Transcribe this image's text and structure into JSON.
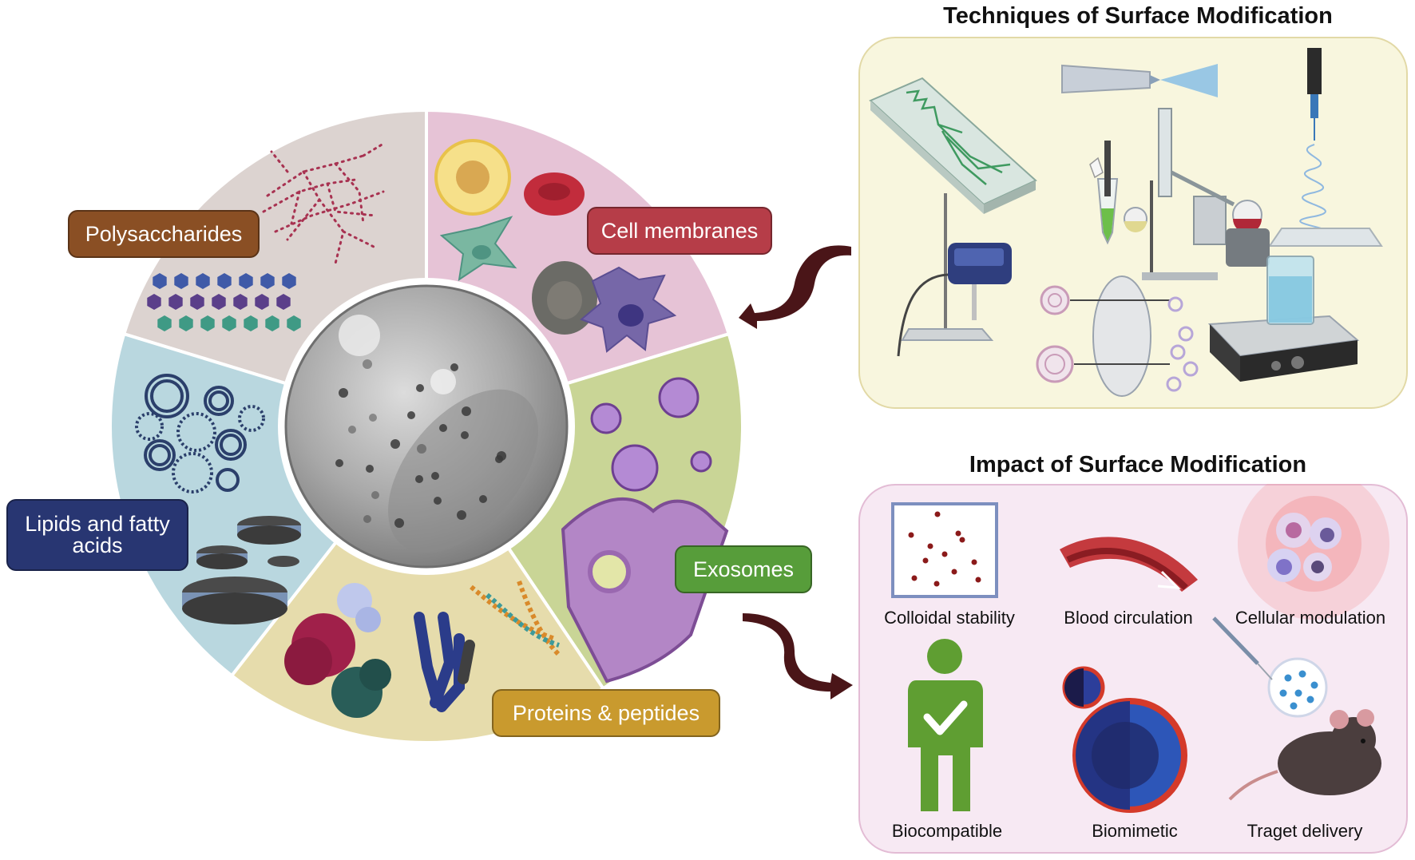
{
  "wheel": {
    "segments": [
      {
        "label": "Polysaccharides",
        "fill": "#dcd3d0",
        "label_color": "#8a4f24"
      },
      {
        "label": "Cell membranes",
        "fill": "#e6c3d6",
        "label_color": "#b63d48"
      },
      {
        "label": "Exosomes",
        "fill": "#c9d596",
        "label_color": "#579d3a"
      },
      {
        "label": "Proteins & peptides",
        "fill": "#e6dcac",
        "label_color": "#c99a2e"
      },
      {
        "label": "Lipids and fatty acids",
        "fill": "#b9d7df",
        "label_color": "#283672"
      }
    ]
  },
  "techniques": {
    "title": "Techniques of Surface Modification",
    "panel_fill": "#f8f6de",
    "panel_border": "#e2d9a6"
  },
  "impact": {
    "title": "Impact of Surface Modification",
    "panel_fill": "#f7e9f3",
    "panel_border": "#e3bcd5",
    "items": [
      {
        "caption": "Colloidal stability",
        "icon": "colloid-icon"
      },
      {
        "caption": "Blood circulation",
        "icon": "blood-vessel-icon"
      },
      {
        "caption": "Cellular modulation",
        "icon": "immune-cells-icon"
      },
      {
        "caption": "Biocompatible",
        "icon": "person-check-icon"
      },
      {
        "caption": "Biomimetic",
        "icon": "biomimetic-particle-icon"
      },
      {
        "caption": "Traget delivery",
        "icon": "mouse-injection-icon"
      }
    ]
  },
  "arrow_color": "#4a1518"
}
